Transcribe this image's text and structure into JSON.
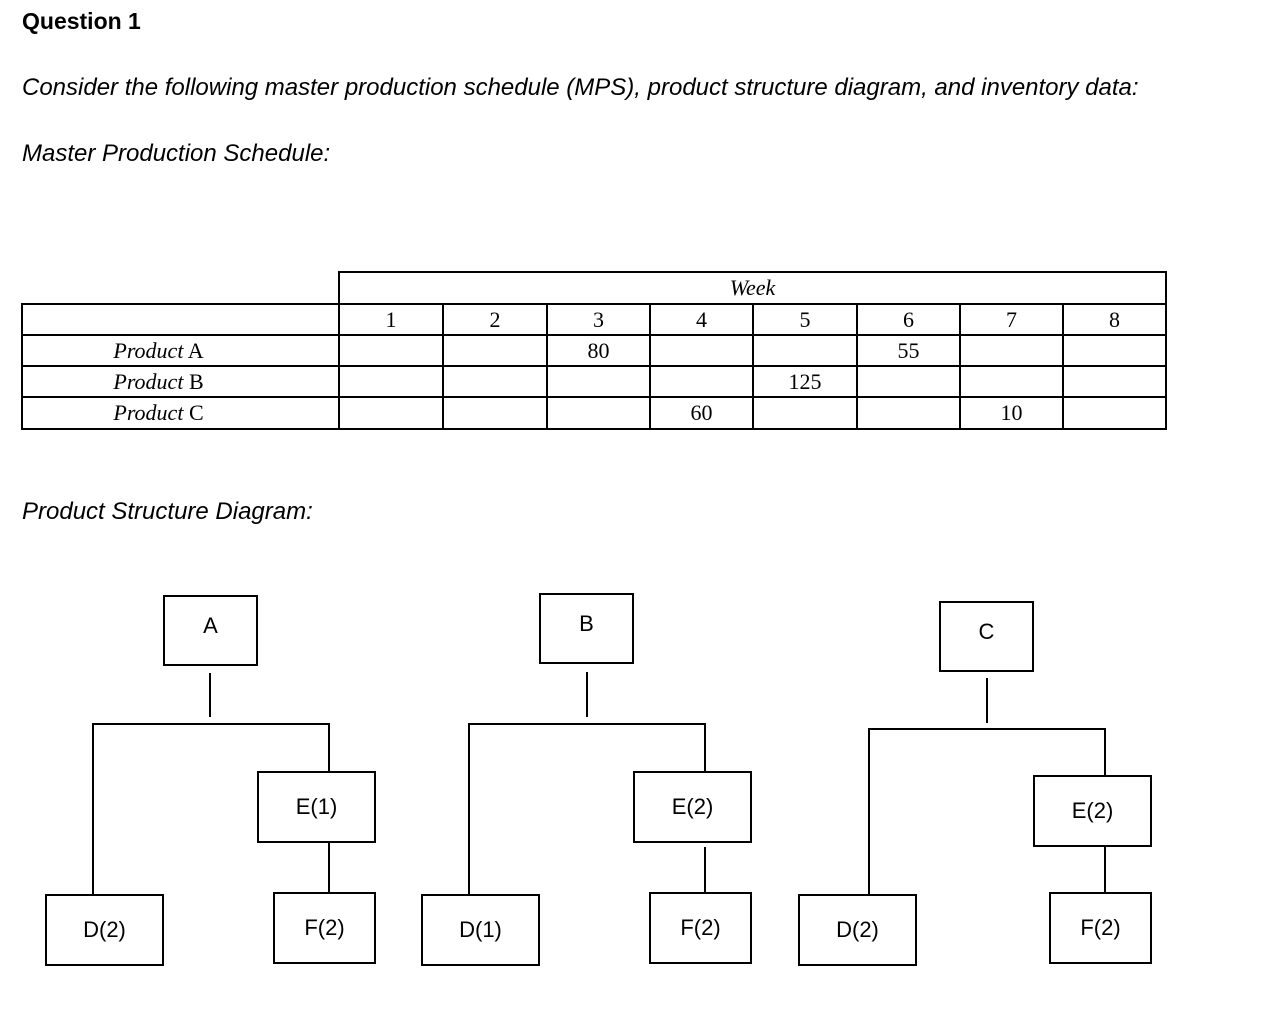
{
  "question_title": "Question 1",
  "intro": "Consider the following master production schedule (MPS), product structure diagram, and inventory data:",
  "mps_heading": "Master Production Schedule:",
  "mps": {
    "week_header": "Week",
    "weeks": [
      "1",
      "2",
      "3",
      "4",
      "5",
      "6",
      "7",
      "8"
    ],
    "rows": [
      {
        "label_italic": "Product",
        "label_letter": "A",
        "values": [
          "",
          "",
          "80",
          "",
          "",
          "55",
          "",
          ""
        ]
      },
      {
        "label_italic": "Product",
        "label_letter": "B",
        "values": [
          "",
          "",
          "",
          "",
          "125",
          "",
          "",
          ""
        ]
      },
      {
        "label_italic": "Product",
        "label_letter": "C",
        "values": [
          "",
          "",
          "",
          "60",
          "",
          "",
          "10",
          ""
        ]
      }
    ]
  },
  "psd_heading": "Product Structure Diagram:",
  "diagram": {
    "trees": [
      {
        "root": "A",
        "left_child": "D(2)",
        "right_child": "E(1)",
        "grandchild": "F(2)"
      },
      {
        "root": "B",
        "left_child": "D(1)",
        "right_child": "E(2)",
        "grandchild": "F(2)"
      },
      {
        "root": "C",
        "left_child": "D(2)",
        "right_child": "E(2)",
        "grandchild": "F(2)"
      }
    ]
  }
}
